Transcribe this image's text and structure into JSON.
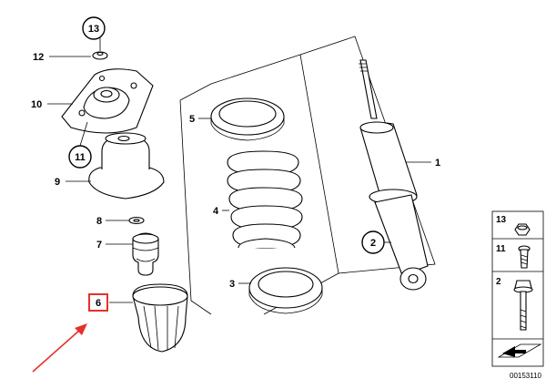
{
  "callouts": {
    "c1": "1",
    "c2": "2",
    "c3": "3",
    "c4": "4",
    "c5": "5",
    "c6": "6",
    "c7": "7",
    "c8": "8",
    "c9": "9",
    "c10": "10",
    "c11": "11",
    "c12": "12",
    "c13": "13"
  },
  "legend": {
    "items": [
      "13",
      "11",
      "2"
    ]
  },
  "reference_number": "00153110",
  "colors": {
    "highlight": "#e5312b",
    "arrow": "#e5312b"
  }
}
